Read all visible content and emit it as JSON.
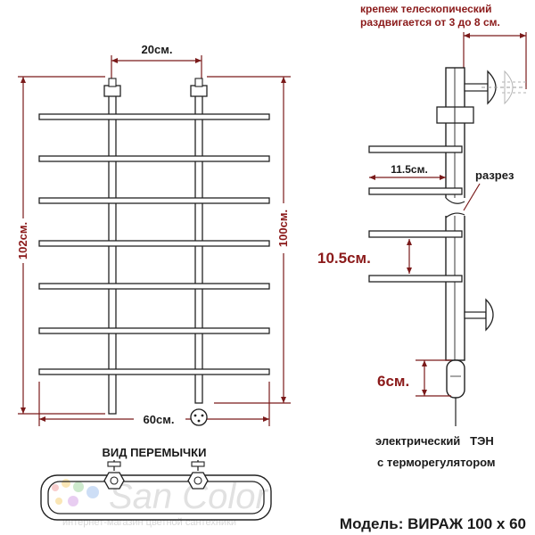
{
  "front_view": {
    "top_width": "20см.",
    "total_height": "102см.",
    "bar_height": "100см.",
    "bottom_width": "60см.",
    "rung_count": 7
  },
  "side_view": {
    "clamp_note_line1": "крепеж телескопический",
    "clamp_note_line2": "раздвигается от 3 до 8 см.",
    "depth": "11.5см.",
    "section": "разрез",
    "spacing": "10.5см.",
    "heater_length": "6см.",
    "heater_line1": "электрический   ТЭН",
    "heater_line2": "с терморегулятором"
  },
  "jumper_view": {
    "title": "ВИД ПЕРЕМЫЧКИ"
  },
  "watermark": {
    "brand": "San Color",
    "tagline": "интернет-магазин цветной сантехники",
    "dot_colors": [
      "#f4a6a6",
      "#f6d27a",
      "#a6d8a6",
      "#a6c4f0",
      "#d6a6e6"
    ]
  },
  "model": {
    "label": "Модель: ВИРАЖ 100 х 60"
  }
}
